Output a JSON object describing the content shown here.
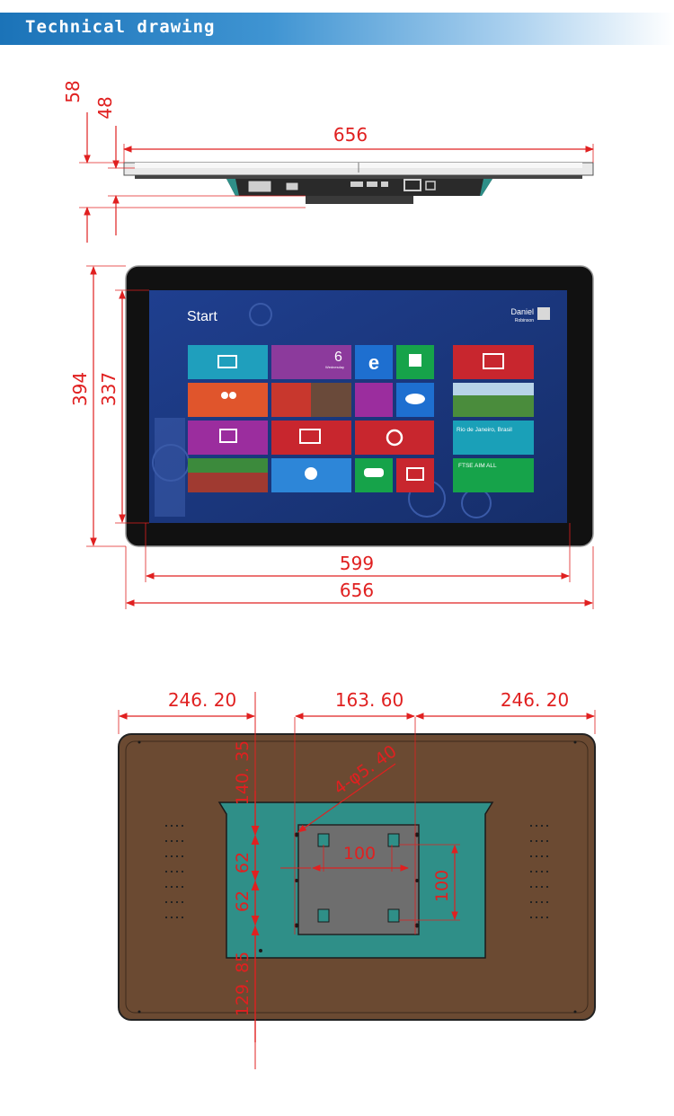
{
  "header": {
    "title": "Technical drawing"
  },
  "side_view": {
    "depth_total": "58",
    "depth_body": "48",
    "width": "656"
  },
  "front_view": {
    "height_total": "394",
    "height_screen": "337",
    "width_screen": "599",
    "width_total": "656",
    "screen": {
      "start_label": "Start",
      "user_name": "Daniel",
      "user_sub": "Robinson",
      "news_caption": "Rio de Janeiro, Brasil",
      "finance_title": "FTSE AIM ALL",
      "date_tile_number": "6",
      "date_tile_day": "Wednesday"
    }
  },
  "back_view": {
    "left_margin": "246. 20",
    "center_width": "163. 60",
    "right_margin": "246. 20",
    "top_offset": "140. 35",
    "hole_label": "4-φ5. 40",
    "upper_half": "62",
    "lower_half": "62",
    "bottom_offset": "129. 85",
    "vesa_h": "100",
    "vesa_v": "100"
  },
  "colors": {
    "dimension": "#e02020",
    "back_panel": "#6b4a32",
    "bracket": "#2f8f88"
  }
}
